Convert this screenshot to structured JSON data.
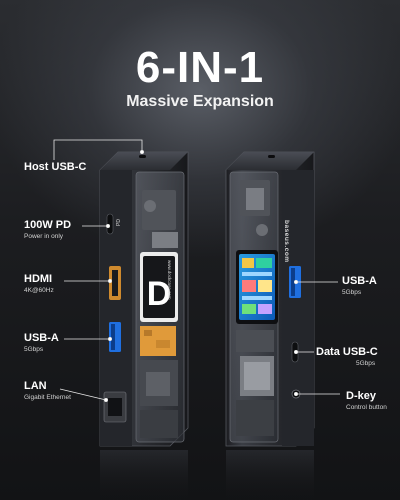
{
  "header": {
    "title": "6-IN-1",
    "subtitle": "Massive Expansion"
  },
  "left_labels": [
    {
      "title": "Host USB-C",
      "sub": ""
    },
    {
      "title": "100W PD",
      "sub": "Power in only"
    },
    {
      "title": "HDMI",
      "sub": "4K@60Hz"
    },
    {
      "title": "USB-A",
      "sub": "5Gbps"
    },
    {
      "title": "LAN",
      "sub": "Gigabit Ethernet"
    }
  ],
  "right_labels": [
    {
      "title": "USB-A",
      "sub": "5Gbps"
    },
    {
      "title": "Data USB-C",
      "sub": "5Gbps"
    },
    {
      "title": "D-key",
      "sub": "Control button"
    }
  ],
  "product": {
    "brand": "baseus.com",
    "pd_mark": "PD",
    "board_url": "www.dockcase.com"
  },
  "colors": {
    "accent_blue": "#1f6fe0",
    "pcb_gold": "#e09a3a",
    "shell": "#2e3036",
    "callout_line": "#e8e8e8"
  }
}
